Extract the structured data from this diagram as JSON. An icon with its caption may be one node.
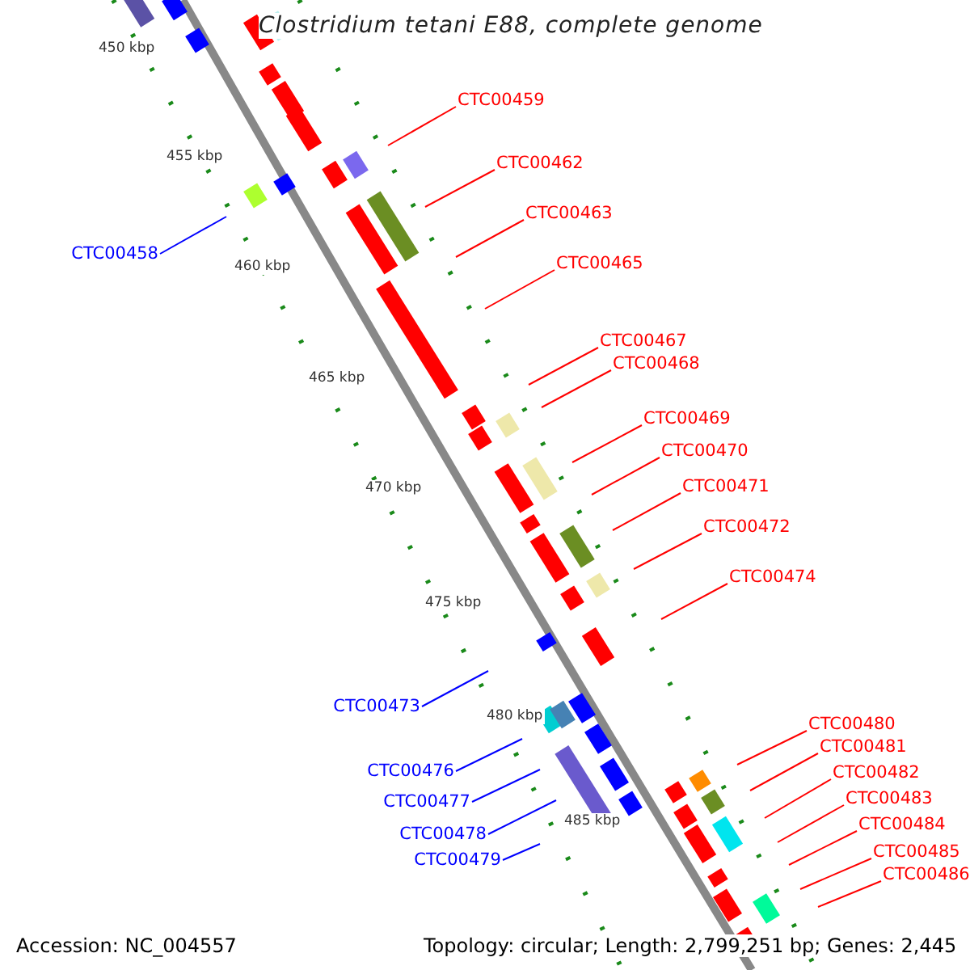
{
  "diagram": {
    "title": "Clostridium tetani E88, complete genome",
    "nodes": [
      {
        "text": [
          "CTC00459"
        ]
      },
      {
        "text": [
          "CTC00462"
        ]
      },
      {
        "text": [
          "CTC00463"
        ]
      },
      {
        "text": [
          "CTC00458"
        ]
      },
      {
        "text": [
          "CTC00465"
        ]
      },
      {
        "text": [
          "CTC00467"
        ]
      },
      {
        "text": [
          "CTC00468"
        ]
      },
      {
        "text": [
          "CTC00469"
        ]
      },
      {
        "text": [
          "CTC00470"
        ]
      },
      {
        "text": [
          "CTC00471"
        ]
      },
      {
        "text": [
          "CTC00472"
        ]
      },
      {
        "text": [
          "CTC00474"
        ]
      },
      {
        "text": [
          "CTC00473"
        ]
      },
      {
        "text": [
          "CTC00480"
        ]
      },
      {
        "text": [
          "CTC00481"
        ]
      },
      {
        "text": [
          "CTC00476"
        ]
      },
      {
        "text": [
          "CTC00482"
        ]
      },
      {
        "text": [
          "CTC00477"
        ]
      },
      {
        "text": [
          "CTC00483"
        ]
      },
      {
        "text": [
          "CTC00484"
        ]
      },
      {
        "text": [
          "CTC00478"
        ]
      },
      {
        "text": [
          "CTC00485"
        ]
      },
      {
        "text": [
          "CTC00479"
        ]
      },
      {
        "text": [
          "CTC00486"
        ]
      }
    ],
    "edges": [
      {
        "from": 0,
        "to": null,
        "arrow": "none"
      },
      {
        "from": 1,
        "to": null,
        "arrow": "none"
      },
      {
        "from": 2,
        "to": null,
        "arrow": "none"
      },
      {
        "from": 3,
        "to": null,
        "arrow": "none",
        "color": "#0000ff"
      },
      {
        "from": 4,
        "to": null,
        "arrow": "none"
      },
      {
        "from": 5,
        "to": null,
        "arrow": "none"
      },
      {
        "from": 6,
        "to": null,
        "arrow": "none"
      },
      {
        "from": 7,
        "to": null,
        "arrow": "none"
      },
      {
        "from": 8,
        "to": null,
        "arrow": "none"
      },
      {
        "from": 9,
        "to": null,
        "arrow": "none"
      },
      {
        "from": 10,
        "to": null,
        "arrow": "none"
      },
      {
        "from": 11,
        "to": null,
        "arrow": "none"
      },
      {
        "from": 12,
        "to": null,
        "arrow": "none",
        "color": "#0000ff"
      },
      {
        "from": 13,
        "to": null,
        "arrow": "none"
      },
      {
        "from": 14,
        "to": null,
        "arrow": "none"
      },
      {
        "from": 15,
        "to": null,
        "arrow": "none",
        "color": "#0000ff"
      },
      {
        "from": 16,
        "to": null,
        "arrow": "none"
      },
      {
        "from": 17,
        "to": null,
        "arrow": "none",
        "color": "#0000ff"
      },
      {
        "from": 18,
        "to": null,
        "arrow": "none"
      },
      {
        "from": 19,
        "to": null,
        "arrow": "none"
      },
      {
        "from": 20,
        "to": null,
        "arrow": "none",
        "color": "#0000ff"
      },
      {
        "from": 21,
        "to": null,
        "arrow": "none"
      },
      {
        "from": 22,
        "to": null,
        "arrow": "none",
        "color": "#0000ff"
      },
      {
        "from": 23,
        "to": null,
        "arrow": "none"
      }
    ],
    "labels": [
      "450 kbp",
      "455 kbp",
      "460 kbp",
      "465 kbp",
      "470 kbp",
      "475 kbp",
      "480 kbp",
      "485 kbp",
      "Accession: NC_004557",
      "Topology: circular; Length: 2,799,251 bp; Genes: 2,445"
    ]
  }
}
